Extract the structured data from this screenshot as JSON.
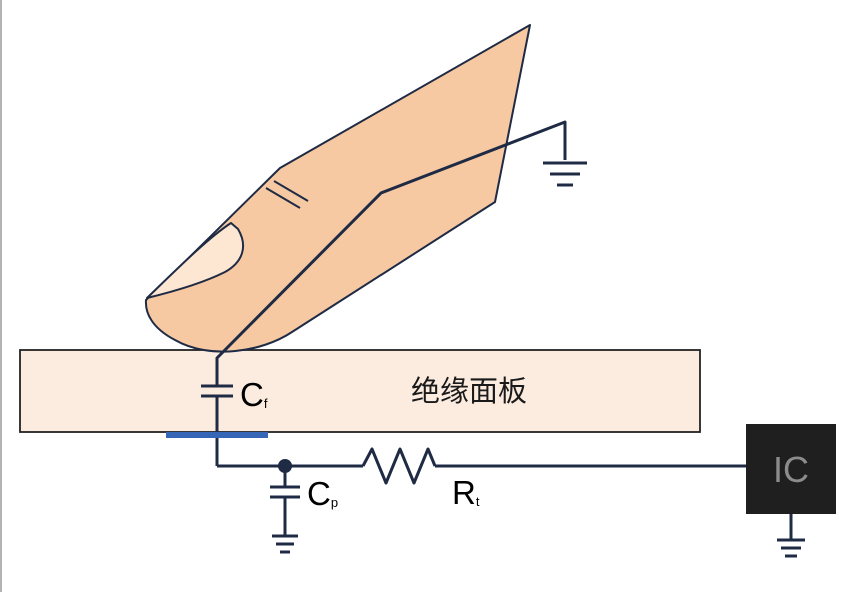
{
  "labels": {
    "panel": "绝缘面板",
    "cf_main": "C",
    "cf_sub": "f",
    "cp_main": "C",
    "cp_sub": "p",
    "rt_main": "R",
    "rt_sub": "t",
    "ic": "IC"
  },
  "colors": {
    "panel_fill": "#fcece0",
    "finger_fill": "#f6c9a3",
    "nail_fill": "#fde6d2",
    "wire": "#1f2b44",
    "electrode": "#3567b6",
    "ic_box": "#1f1f1f",
    "ic_text": "#8c8c8c"
  },
  "icons": [
    "finger-icon",
    "ground-icon",
    "capacitor-icon",
    "resistor-icon"
  ]
}
